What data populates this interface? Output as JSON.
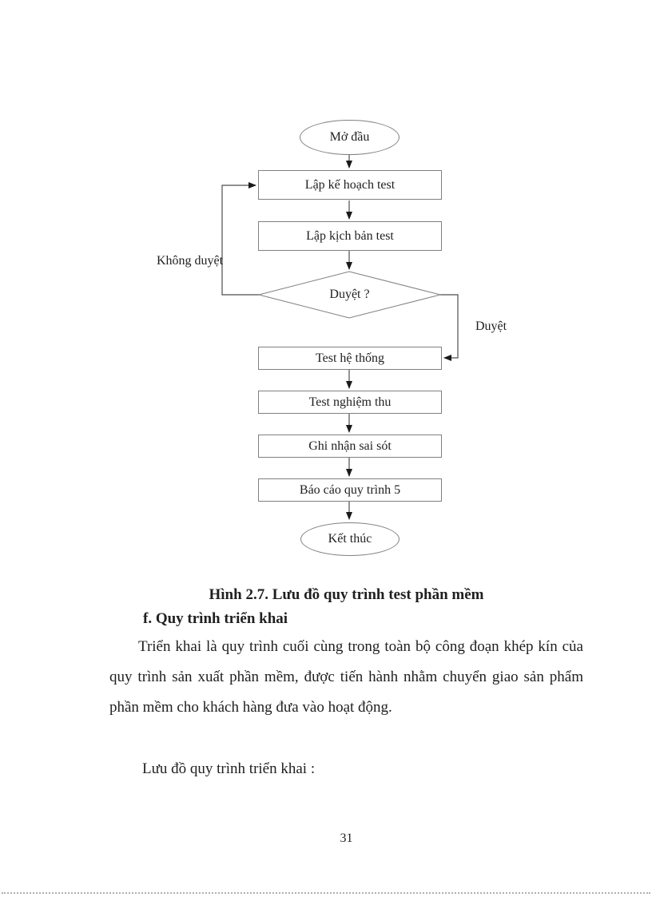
{
  "page": {
    "number": "31"
  },
  "flowchart": {
    "nodes": [
      {
        "id": "start",
        "type": "ellipse",
        "label": "Mở đầu"
      },
      {
        "id": "plan-test",
        "type": "process",
        "label": "Lập kế hoạch test"
      },
      {
        "id": "script-test",
        "type": "process",
        "label": "Lập kịch bản test"
      },
      {
        "id": "review",
        "type": "decision",
        "label": "Duyệt ?"
      },
      {
        "id": "system-test",
        "type": "process",
        "label": "Test hệ thống"
      },
      {
        "id": "acceptance-test",
        "type": "process",
        "label": "Test nghiệm thu"
      },
      {
        "id": "record-errors",
        "type": "process",
        "label": "Ghi nhận sai sót"
      },
      {
        "id": "report",
        "type": "process",
        "label": "Báo cáo quy trình 5"
      },
      {
        "id": "end",
        "type": "ellipse",
        "label": "Kết thúc"
      }
    ],
    "edge_labels": {
      "rejected": "Không duyệt",
      "approved": "Duyệt"
    }
  },
  "figure_caption": "Hình 2.7. Lưu đồ quy trình test phần mềm",
  "section": {
    "heading": "f. Quy trình triển khai",
    "paragraph_lines": [
      "Triển khai là quy trình cuối cùng trong toàn bộ công đoạn khép kín của",
      "quy trình sản xuất phần mềm, được tiến hành nhằm chuyển giao sản phẩm",
      "phần mềm cho khách hàng đưa vào hoạt động."
    ],
    "paragraph": "Triển khai là quy trình cuối cùng trong toàn bộ công đoạn khép kín của quy trình sản xuất phần mềm, được tiến hành nhằm chuyển giao sản phẩm phần mềm cho khách hàng đưa vào hoạt động.",
    "flow_intro": "Lưu đồ quy trình triển khai :"
  },
  "colors": {
    "shape_border": "#808080",
    "connector": "#4d4d4d",
    "arrowhead": "#1a1a1a",
    "text": "#1f1f1f"
  }
}
